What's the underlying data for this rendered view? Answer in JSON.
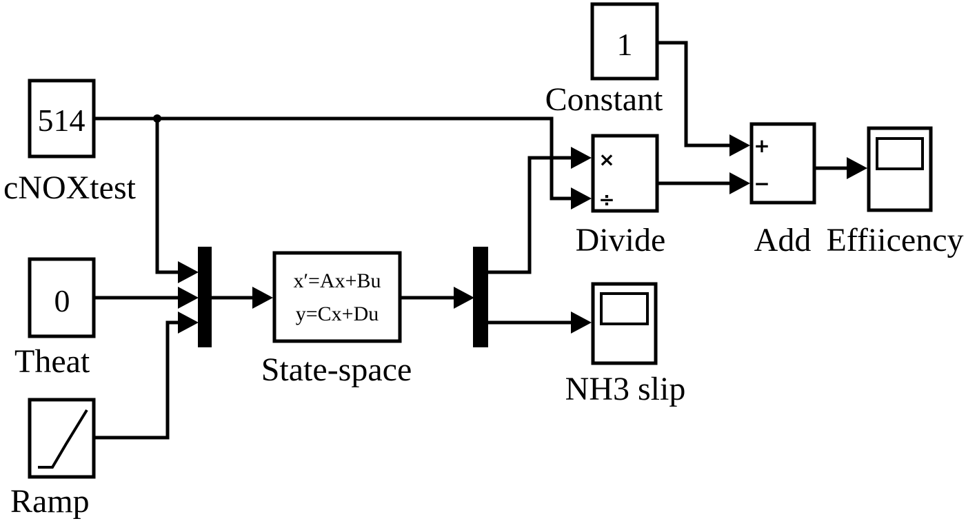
{
  "blocks": {
    "cnox": {
      "value": "514",
      "label": "cNOXtest"
    },
    "theat": {
      "value": "0",
      "label": "Theat"
    },
    "ramp": {
      "label": "Ramp"
    },
    "constant": {
      "value": "1",
      "label": "Constant"
    },
    "statespace": {
      "eq1": "x′=Ax+Bu",
      "eq2": "y=Cx+Du",
      "label": "State-space"
    },
    "divide": {
      "sign1": "×",
      "sign2": "÷",
      "label": "Divide"
    },
    "add": {
      "sign1": "+",
      "sign2": "−",
      "label": "Add"
    },
    "efficiency": {
      "label": "Effiicency"
    },
    "nh3": {
      "label": "NH3 slip"
    }
  }
}
